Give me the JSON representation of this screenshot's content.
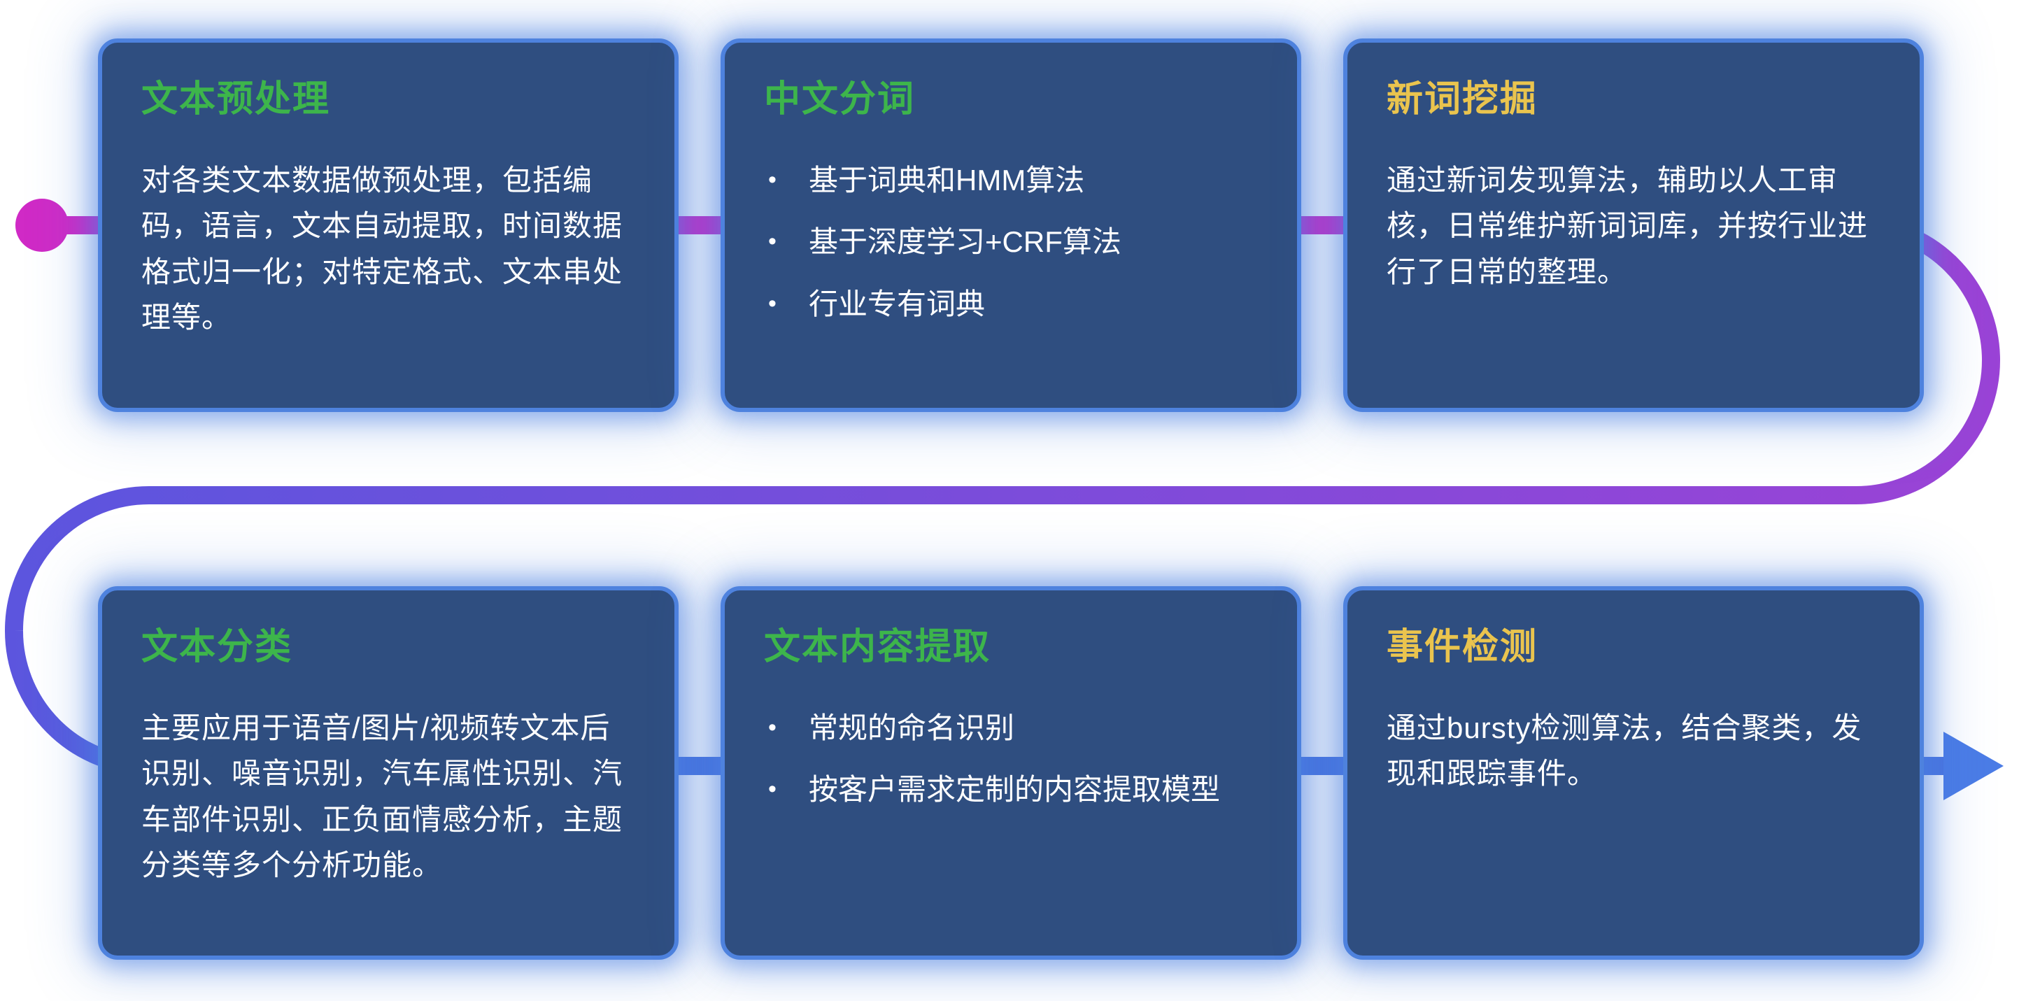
{
  "flow_path": {
    "colors": {
      "magenta": "#d02ac6",
      "purple": "#9a43d6",
      "indigo": "#5c55de",
      "blue": "#4a74e0",
      "arrow": "#4b7ce6"
    }
  },
  "card_style": {
    "background": "#2f4e80",
    "border": "#4e82de",
    "text": "#ffffff"
  },
  "ui": {
    "bullet_char": "•"
  },
  "cards": [
    {
      "title": "文本预处理",
      "title_color": "#3db54b",
      "body": "对各类文本数据做预处理，包括编码，语言，文本自动提取，时间数据格式归一化；对特定格式、文本串处理等。"
    },
    {
      "title": "中文分词",
      "title_color": "#3db54b",
      "bullets": [
        "基于词典和HMM算法",
        "基于深度学习+CRF算法",
        "行业专有词典"
      ]
    },
    {
      "title": "新词挖掘",
      "title_color": "#eac44e",
      "body": "通过新词发现算法，辅助以人工审核，日常维护新词词库，并按行业进行了日常的整理。"
    },
    {
      "title": "文本分类",
      "title_color": "#3db54b",
      "body": "主要应用于语音/图片/视频转文本后识别、噪音识别，汽车属性识别、汽车部件识别、正负面情感分析，主题分类等多个分析功能。"
    },
    {
      "title": "文本内容提取",
      "title_color": "#3db54b",
      "bullets": [
        "常规的命名识别",
        "按客户需求定制的内容提取模型"
      ]
    },
    {
      "title": "事件检测",
      "title_color": "#eac44e",
      "body": "通过bursty检测算法，结合聚类，发现和跟踪事件。"
    }
  ]
}
